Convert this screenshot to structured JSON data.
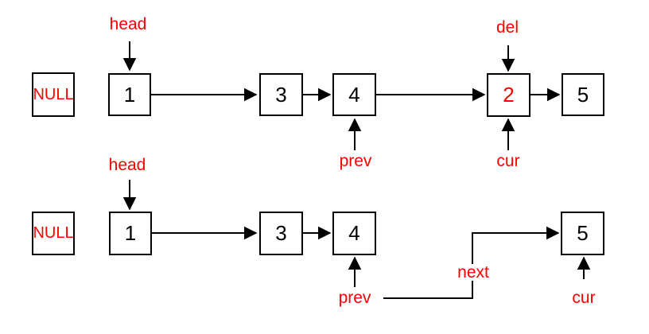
{
  "colors": {
    "pointer_red": "#ff0000",
    "line_black": "#000000",
    "background": "#ffffff"
  },
  "top_list": {
    "null_label": "NULL",
    "nodes": [
      "1",
      "3",
      "4",
      "2",
      "5"
    ],
    "deleted_node_value": "2",
    "labels": {
      "head": "head",
      "del": "del",
      "prev": "prev",
      "cur": "cur"
    }
  },
  "bottom_list": {
    "null_label": "NULL",
    "nodes": [
      "1",
      "3",
      "4",
      "5"
    ],
    "labels": {
      "head": "head",
      "prev": "prev",
      "next": "next",
      "cur": "cur"
    }
  }
}
